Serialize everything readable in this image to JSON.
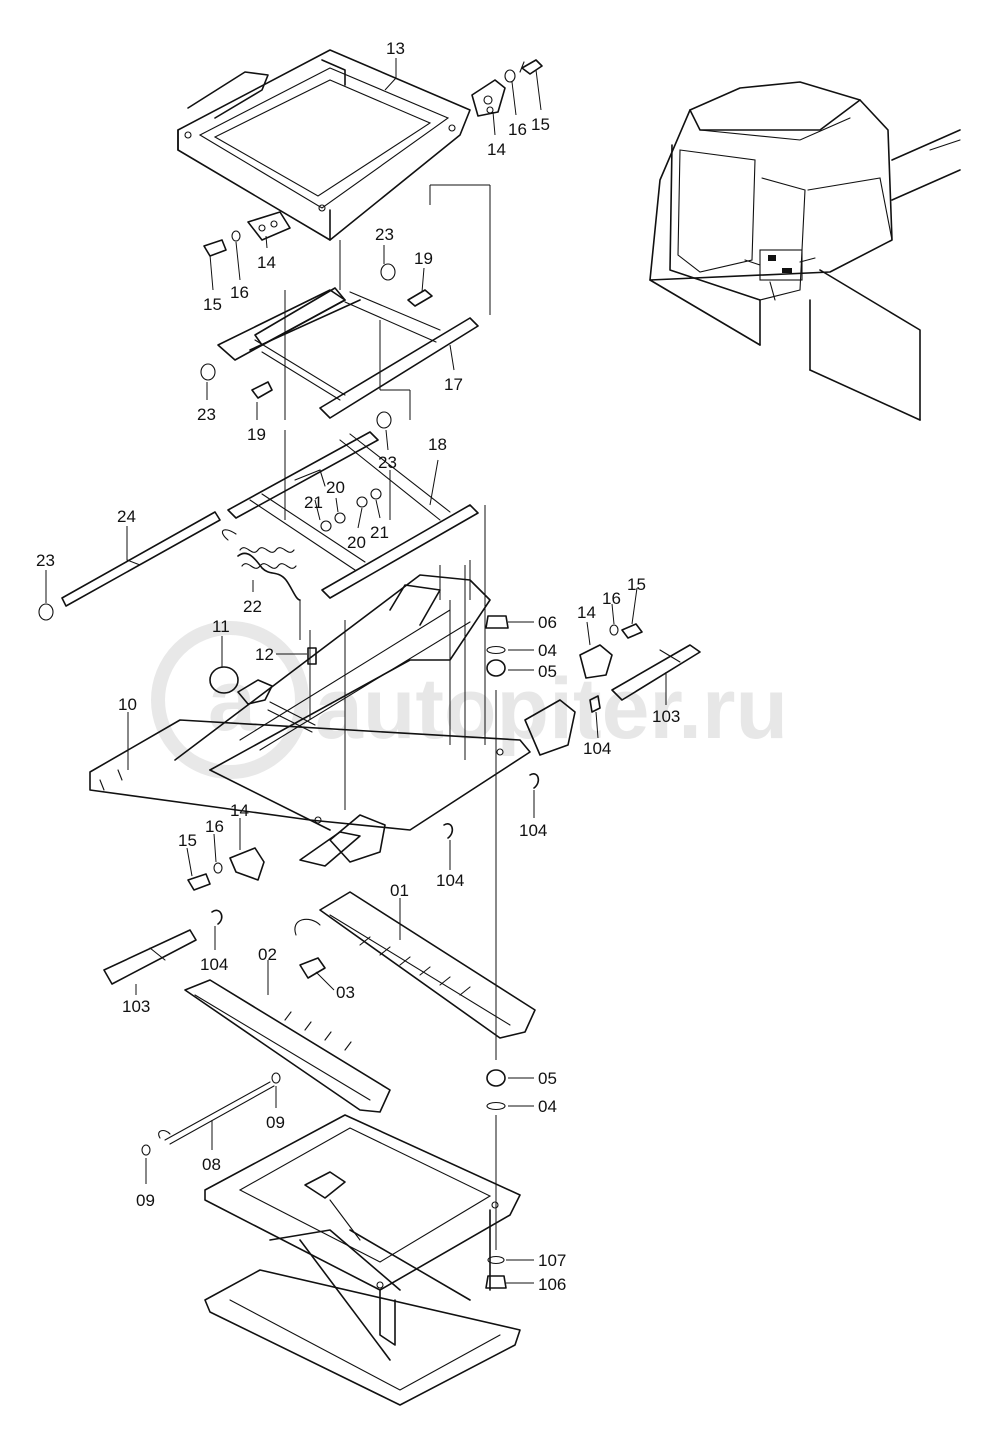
{
  "watermark": {
    "text": "autopiter.ru",
    "badge": "a"
  },
  "callouts": {
    "c13": "13",
    "c14a": "14",
    "c16a": "16",
    "c15a": "15",
    "c23a": "23",
    "c19a": "19",
    "c15b": "15",
    "c16b": "16",
    "c14b": "14",
    "c17": "17",
    "c23b": "23",
    "c19b": "19",
    "c23c": "23",
    "c18": "18",
    "c20a": "20",
    "c21a": "21",
    "c20b": "20",
    "c21b": "21",
    "c24": "24",
    "c23d": "23",
    "c22": "22",
    "c11": "11",
    "c12": "12",
    "c10": "10",
    "c06": "06",
    "c04a": "04",
    "c05a": "05",
    "c14c": "14",
    "c16c": "16",
    "c15c": "15",
    "c103a": "103",
    "c104a": "104",
    "c104b": "104",
    "c104c": "104",
    "c14d": "14",
    "c16d": "16",
    "c15d": "15",
    "c104d": "104",
    "c103b": "103",
    "c01": "01",
    "c02": "02",
    "c03": "03",
    "c05b": "05",
    "c04b": "04",
    "c08": "08",
    "c09a": "09",
    "c09b": "09",
    "c107": "107",
    "c106": "106"
  },
  "colors": {
    "ink": "#111111",
    "watermark": "#b8b8b8",
    "paper": "#ffffff"
  }
}
